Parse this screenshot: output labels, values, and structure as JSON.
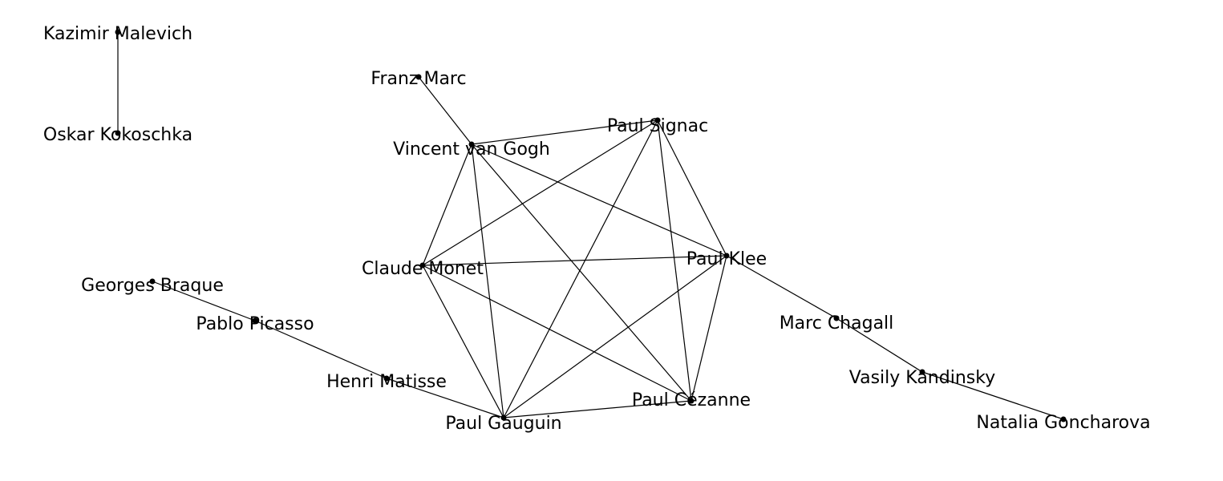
{
  "graph": {
    "nodes": [
      {
        "id": "malevich",
        "label": "Kazimir Malevich"
      },
      {
        "id": "kokoschka",
        "label": "Oskar Kokoschka"
      },
      {
        "id": "marc",
        "label": "Franz Marc"
      },
      {
        "id": "vangogh",
        "label": "Vincent van Gogh"
      },
      {
        "id": "signac",
        "label": "Paul Signac"
      },
      {
        "id": "monet",
        "label": "Claude Monet"
      },
      {
        "id": "klee",
        "label": "Paul Klee"
      },
      {
        "id": "braque",
        "label": "Georges Braque"
      },
      {
        "id": "picasso",
        "label": "Pablo Picasso"
      },
      {
        "id": "matisse",
        "label": "Henri Matisse"
      },
      {
        "id": "gauguin",
        "label": "Paul Gauguin"
      },
      {
        "id": "cezanne",
        "label": "Paul Cézanne"
      },
      {
        "id": "chagall",
        "label": "Marc Chagall"
      },
      {
        "id": "kandinsky",
        "label": "Vasily Kandinsky"
      },
      {
        "id": "goncharova",
        "label": "Natalia Goncharova"
      }
    ],
    "edges": [
      [
        "malevich",
        "kokoschka"
      ],
      [
        "marc",
        "vangogh"
      ],
      [
        "vangogh",
        "signac"
      ],
      [
        "vangogh",
        "monet"
      ],
      [
        "vangogh",
        "gauguin"
      ],
      [
        "vangogh",
        "cezanne"
      ],
      [
        "vangogh",
        "klee"
      ],
      [
        "signac",
        "monet"
      ],
      [
        "signac",
        "klee"
      ],
      [
        "signac",
        "gauguin"
      ],
      [
        "signac",
        "cezanne"
      ],
      [
        "monet",
        "klee"
      ],
      [
        "monet",
        "gauguin"
      ],
      [
        "monet",
        "cezanne"
      ],
      [
        "klee",
        "gauguin"
      ],
      [
        "klee",
        "cezanne"
      ],
      [
        "gauguin",
        "cezanne"
      ],
      [
        "braque",
        "picasso"
      ],
      [
        "picasso",
        "matisse"
      ],
      [
        "matisse",
        "gauguin"
      ],
      [
        "klee",
        "chagall"
      ],
      [
        "chagall",
        "kandinsky"
      ],
      [
        "kandinsky",
        "goncharova"
      ]
    ]
  }
}
